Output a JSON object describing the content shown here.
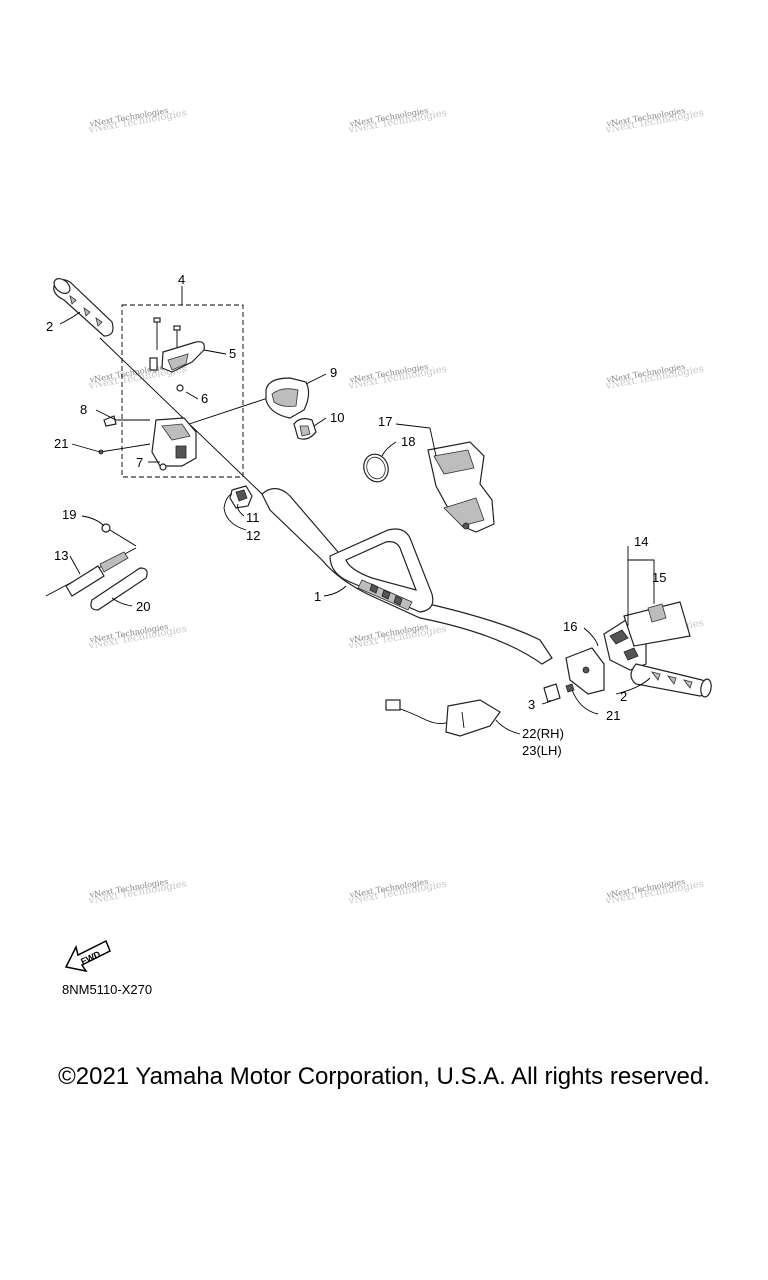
{
  "watermark": {
    "text": "vNext Technologies"
  },
  "diagram_code": "8NM5110-X270",
  "fwd_label": "FWD",
  "copyright": "©2021 Yamaha Motor Corporation, U.S.A. All rights reserved.",
  "callouts": {
    "c1": "1",
    "c2a": "2",
    "c2b": "2",
    "c3": "3",
    "c4": "4",
    "c5": "5",
    "c6": "6",
    "c7": "7",
    "c8": "8",
    "c9": "9",
    "c10": "10",
    "c11": "11",
    "c12": "12",
    "c13": "13",
    "c14": "14",
    "c15": "15",
    "c16": "16",
    "c17": "17",
    "c18": "18",
    "c19": "19",
    "c20": "20",
    "c21a": "21",
    "c21b": "21",
    "c22": "22(RH)",
    "c23": "23(LH)"
  }
}
